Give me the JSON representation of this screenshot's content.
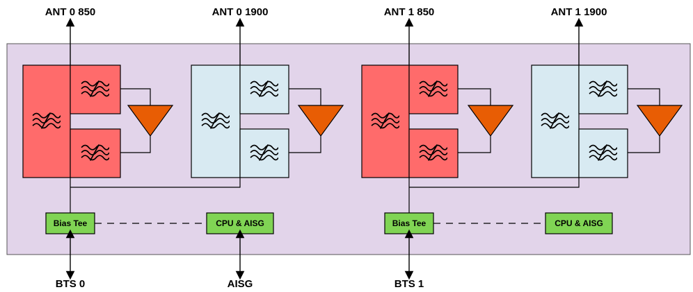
{
  "antennas": [
    {
      "label": "ANT 0 850"
    },
    {
      "label": "ANT 0 1900"
    },
    {
      "label": "ANT 1 850"
    },
    {
      "label": "ANT 1 1900"
    }
  ],
  "bottom_ports": [
    {
      "label": "BTS 0"
    },
    {
      "label": "AISG"
    },
    {
      "label": "BTS 1"
    }
  ],
  "modules": [
    {
      "bias_tee": "Bias Tee",
      "cpu": "CPU & AISG"
    },
    {
      "bias_tee": "Bias Tee",
      "cpu": "CPU & AISG"
    }
  ],
  "colors": {
    "enclosure": "#e2d4ea",
    "filter_850": "#ff6b6b",
    "filter_1900": "#d8eaf2",
    "amplifier": "#e85d04",
    "module": "#80d454"
  },
  "icons": {
    "filter": "filter-wave-icon",
    "amplifier": "amplifier-triangle-icon"
  }
}
